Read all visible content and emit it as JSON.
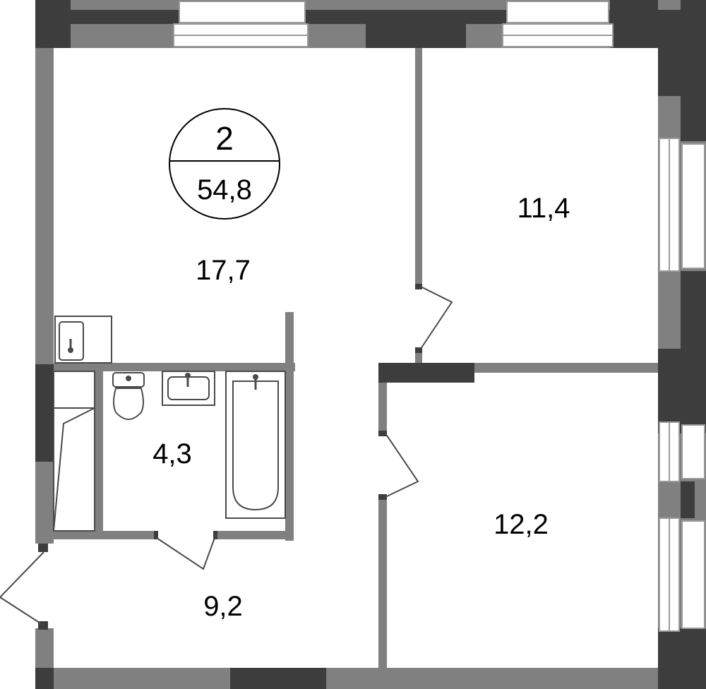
{
  "badge": {
    "rooms": "2",
    "total_area": "54,8"
  },
  "rooms": [
    {
      "id": "living-room",
      "area": "17,7"
    },
    {
      "id": "bedroom-1",
      "area": "11,4"
    },
    {
      "id": "bedroom-2",
      "area": "12,2"
    },
    {
      "id": "bathroom",
      "area": "4,3"
    },
    {
      "id": "hallway",
      "area": "9,2"
    }
  ],
  "colors": {
    "wall_dark": "#3d3d3d",
    "wall_grey": "#808080",
    "window_frame": "#9a9a9a",
    "fixture_stroke": "#4a4a4a",
    "background": "#ffffff"
  }
}
